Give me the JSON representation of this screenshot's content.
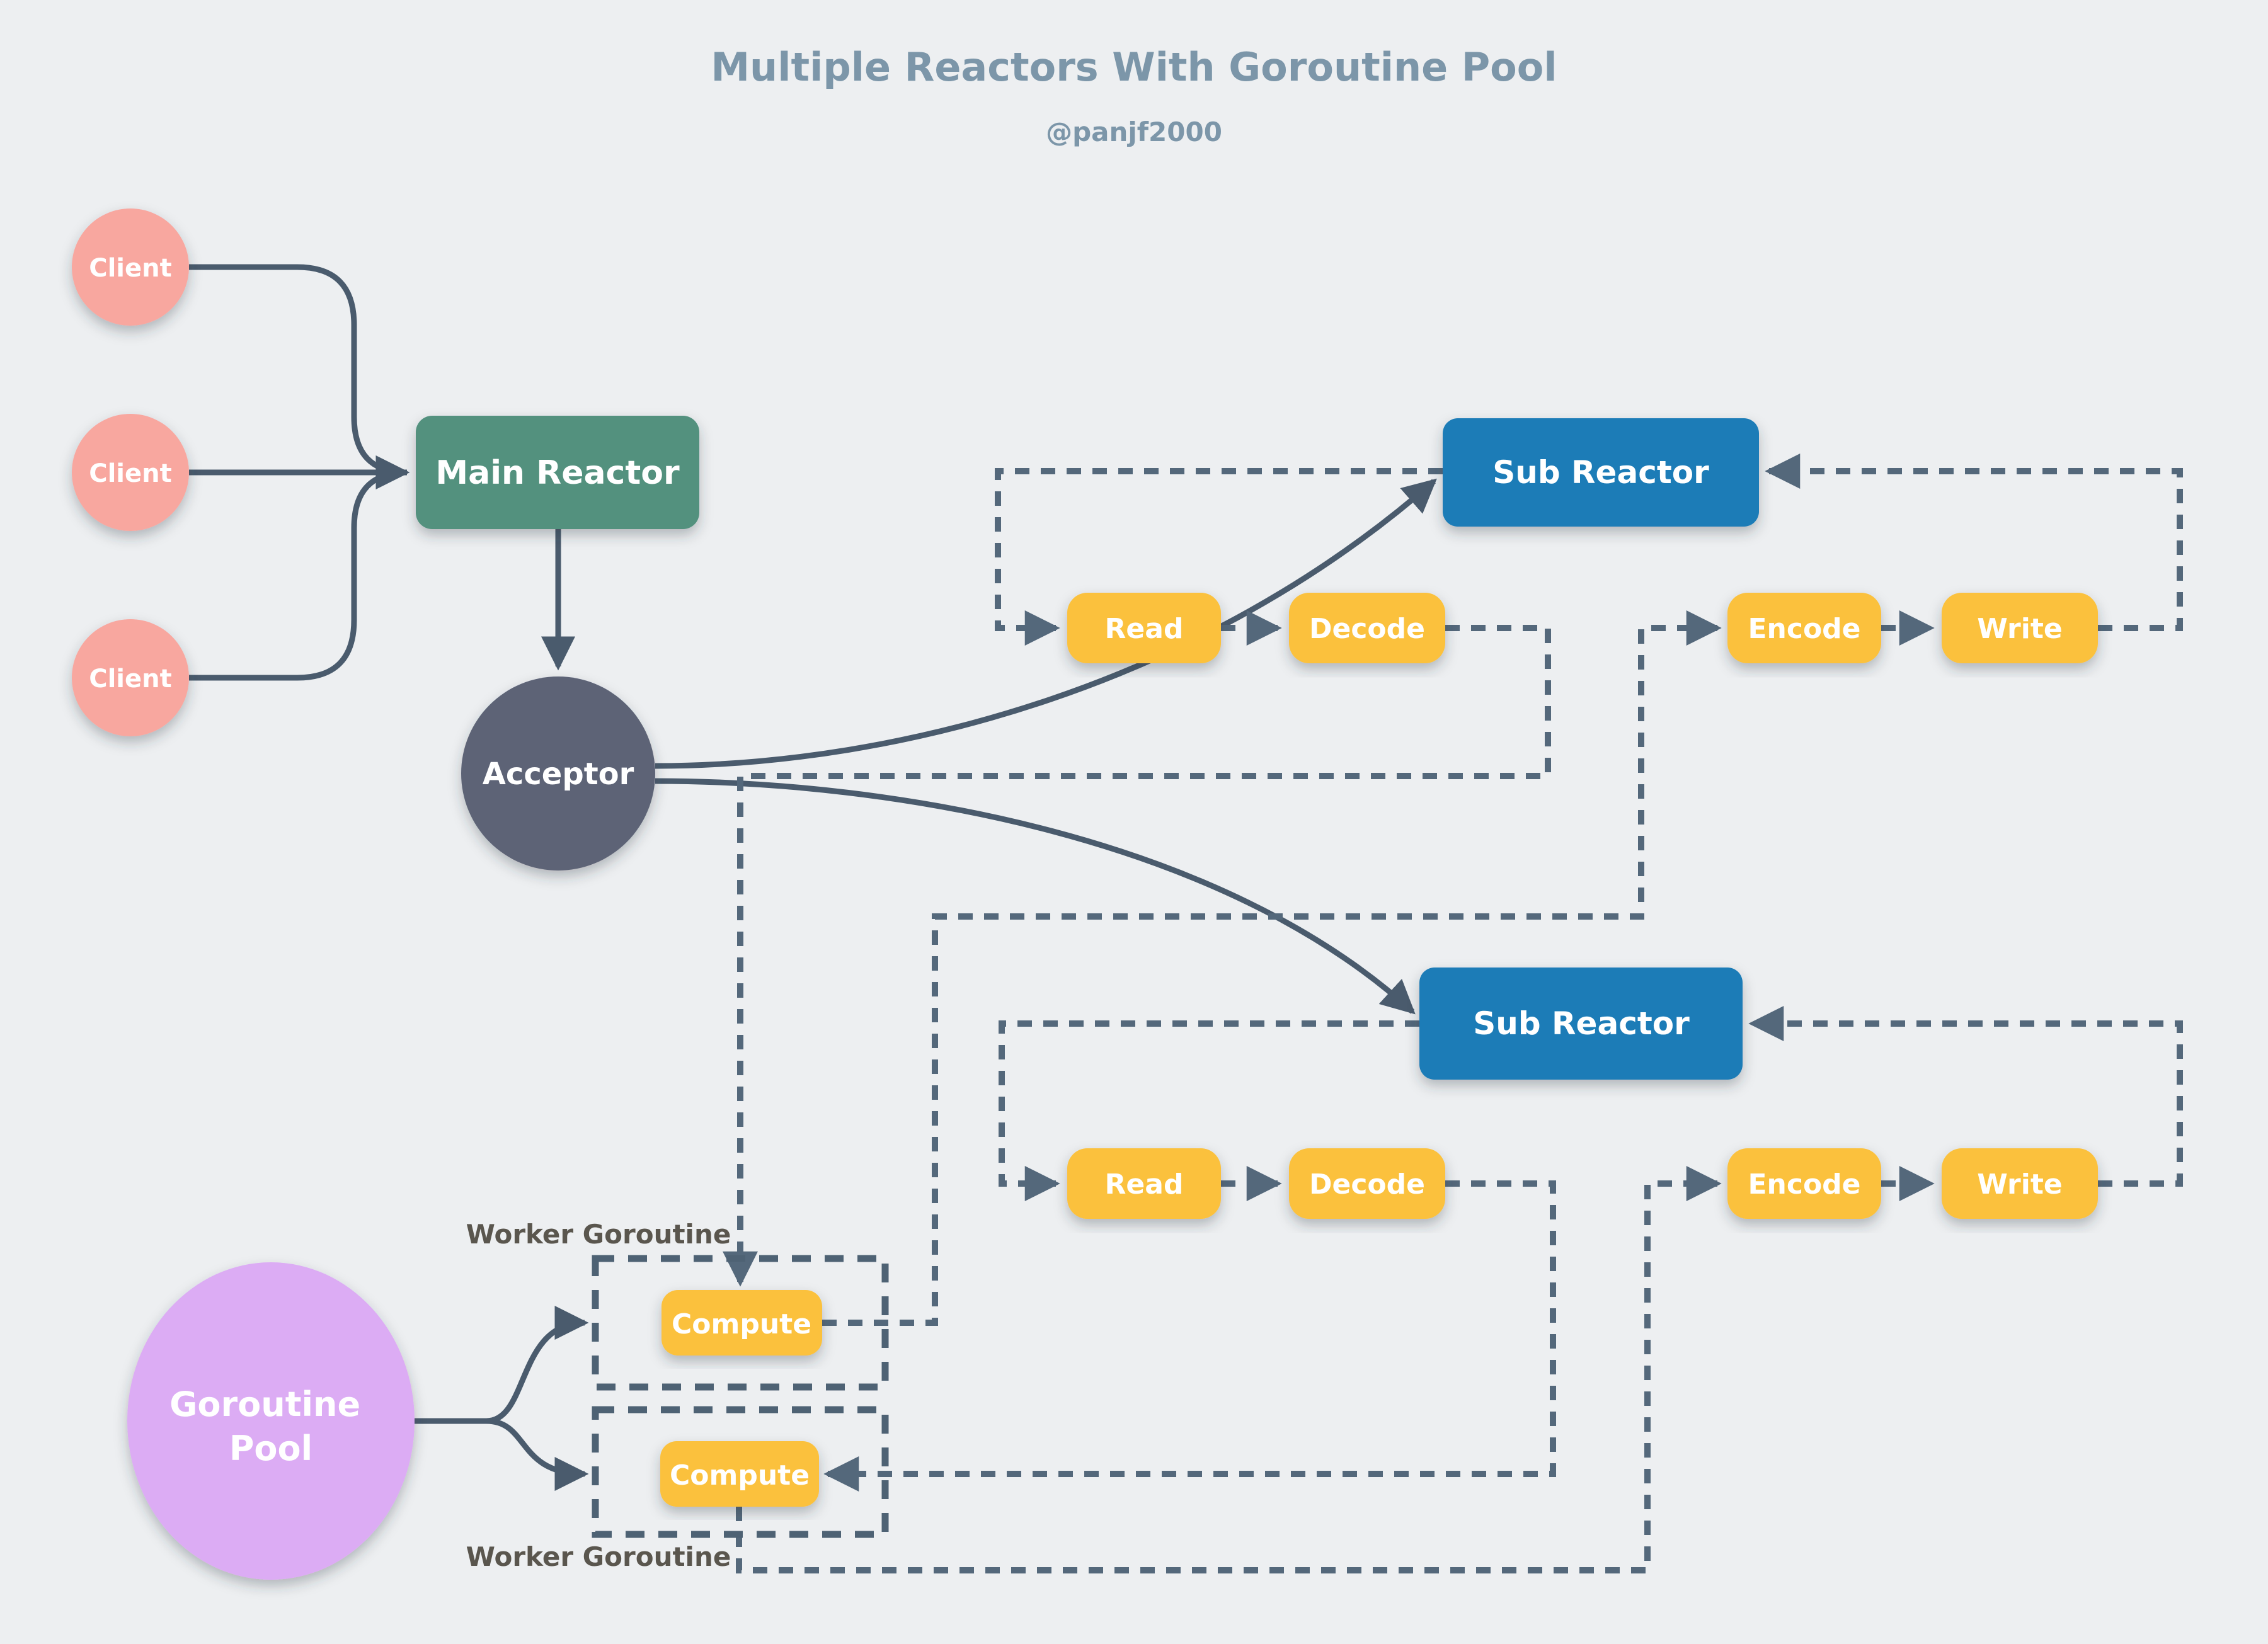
{
  "title": {
    "text": "Multiple Reactors With Goroutine Pool",
    "author": "@panjf2000"
  },
  "colors": {
    "background": "#EDEFF1",
    "title_text": "#7C96A9",
    "solid_line": "#4A5B6D",
    "dashed_line": "#54687B",
    "worker_box_border": "#4E6274",
    "client": "#F8A79F",
    "main_reactor": "#52917E",
    "acceptor": "#5D6476",
    "sub_reactor": "#1A7CB7",
    "stage": "#FBC13D",
    "pool": "#DCACF4",
    "node_text": "#FFFFFF",
    "label_text": "#5A564E"
  },
  "nodes": {
    "client_1": "Client",
    "client_2": "Client",
    "client_3": "Client",
    "main_reactor": "Main Reactor",
    "acceptor": "Acceptor",
    "sub_reactor_top": "Sub Reactor",
    "sub_reactor_bottom": "Sub Reactor",
    "read_top": "Read",
    "decode_top": "Decode",
    "encode_top": "Encode",
    "write_top": "Write",
    "read_bottom": "Read",
    "decode_bottom": "Decode",
    "encode_bottom": "Encode",
    "write_bottom": "Write",
    "compute_top": "Compute",
    "compute_bottom": "Compute",
    "pool_line1": "Goroutine",
    "pool_line2": "Pool",
    "worker_label_top": "Worker Goroutine",
    "worker_label_bottom": "Worker Goroutine"
  },
  "connections": [
    {
      "from": "client_1",
      "to": "main_reactor",
      "style": "solid"
    },
    {
      "from": "client_2",
      "to": "main_reactor",
      "style": "solid"
    },
    {
      "from": "client_3",
      "to": "main_reactor",
      "style": "solid"
    },
    {
      "from": "main_reactor",
      "to": "acceptor",
      "style": "solid"
    },
    {
      "from": "acceptor",
      "to": "sub_reactor_top",
      "style": "solid"
    },
    {
      "from": "acceptor",
      "to": "sub_reactor_bottom",
      "style": "solid"
    },
    {
      "from": "goroutine_pool",
      "to": "worker_goroutine_top",
      "style": "solid"
    },
    {
      "from": "goroutine_pool",
      "to": "worker_goroutine_bottom",
      "style": "solid"
    },
    {
      "from": "sub_reactor_top",
      "to": "read_top",
      "style": "dashed"
    },
    {
      "from": "read_top",
      "to": "decode_top",
      "style": "dashed"
    },
    {
      "from": "decode_top",
      "to": "compute_top",
      "style": "dashed"
    },
    {
      "from": "compute_top",
      "to": "encode_top",
      "style": "dashed"
    },
    {
      "from": "encode_top",
      "to": "write_top",
      "style": "dashed"
    },
    {
      "from": "write_top",
      "to": "sub_reactor_top",
      "style": "dashed"
    },
    {
      "from": "sub_reactor_bottom",
      "to": "read_bottom",
      "style": "dashed"
    },
    {
      "from": "read_bottom",
      "to": "decode_bottom",
      "style": "dashed"
    },
    {
      "from": "decode_bottom",
      "to": "compute_bottom",
      "style": "dashed"
    },
    {
      "from": "compute_bottom",
      "to": "encode_bottom",
      "style": "dashed"
    },
    {
      "from": "encode_bottom",
      "to": "write_bottom",
      "style": "dashed"
    },
    {
      "from": "write_bottom",
      "to": "sub_reactor_bottom",
      "style": "dashed"
    }
  ]
}
